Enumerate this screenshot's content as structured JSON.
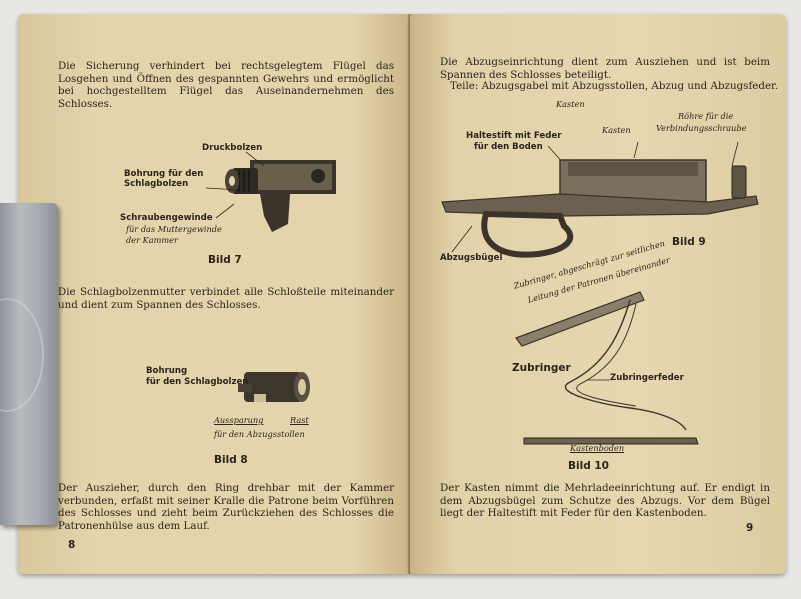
{
  "left_page": {
    "para1": "Die Sicherung verhindert bei rechtsgelegtem Flügel das Losgehen und Öffnen des gespannten Gewehrs und ermöglicht bei hochgestelltem Flügel das Auseinandernehmen des Schlosses.",
    "fig7": {
      "labels": {
        "druckbolzen": "Druckbolzen",
        "bohrung_1": "Bohrung für den",
        "bohrung_2": "Schlagbolzen",
        "gewinde_1": "Schraubengewinde",
        "gewinde_2": "für das Muttergewinde",
        "gewinde_3": "der Kammer"
      },
      "caption": "Bild 7"
    },
    "para2": "Die Schlagbolzenmutter verbindet alle Schloßteile miteinander und dient zum Spannen des Schlosses.",
    "fig8": {
      "labels": {
        "bohrung_1": "Bohrung",
        "bohrung_2": "für den Schlagbolzen",
        "aussparung": "Aussparung",
        "rast": "Rast",
        "abzug": "für den Abzugsstollen"
      },
      "caption": "Bild 8"
    },
    "para3": "Der Auszieher, durch den Ring drehbar mit der Kammer verbunden, erfaßt mit seiner Kralle die Patrone beim Vorführen des Schlosses und zieht beim Zurückziehen des Schlosses die Patronenhülse aus dem Lauf.",
    "page_number": "8"
  },
  "right_page": {
    "para1": "Die Abzugseinrichtung dient zum Ausziehen und ist beim Spannen des Schlosses beteiligt.",
    "para1b": "Teile: Abzugsgabel mit Abzugsstollen, Abzug und Abzugsfeder.",
    "fig9": {
      "labels": {
        "kasten_top": "Kasten",
        "haltestift_1": "Haltestift mit Feder",
        "haltestift_2": "für den Boden",
        "kasten": "Kasten",
        "roehre_1": "Röhre für die",
        "roehre_2": "Verbindungsschraube",
        "abzugsbuegel": "Abzugsbügel"
      },
      "caption": "Bild 9"
    },
    "fig10": {
      "labels": {
        "zubringer_1": "Zubringer, abgeschrägt zur seitlichen",
        "zubringer_2": "Leitung der Patronen übereinander",
        "zubringer": "Zubringer",
        "zubringerfeder": "Zubringerfeder",
        "kastenboden": "Kastenboden"
      },
      "caption": "Bild 10"
    },
    "para2": "Der Kasten nimmt die Mehrladeeinrichtung auf. Er endigt in dem Abzugsbügel zum Schutze des Abzugs. Vor dem Bügel liegt der Haltestift mit Feder für den Kastenboden.",
    "page_number": "9"
  }
}
